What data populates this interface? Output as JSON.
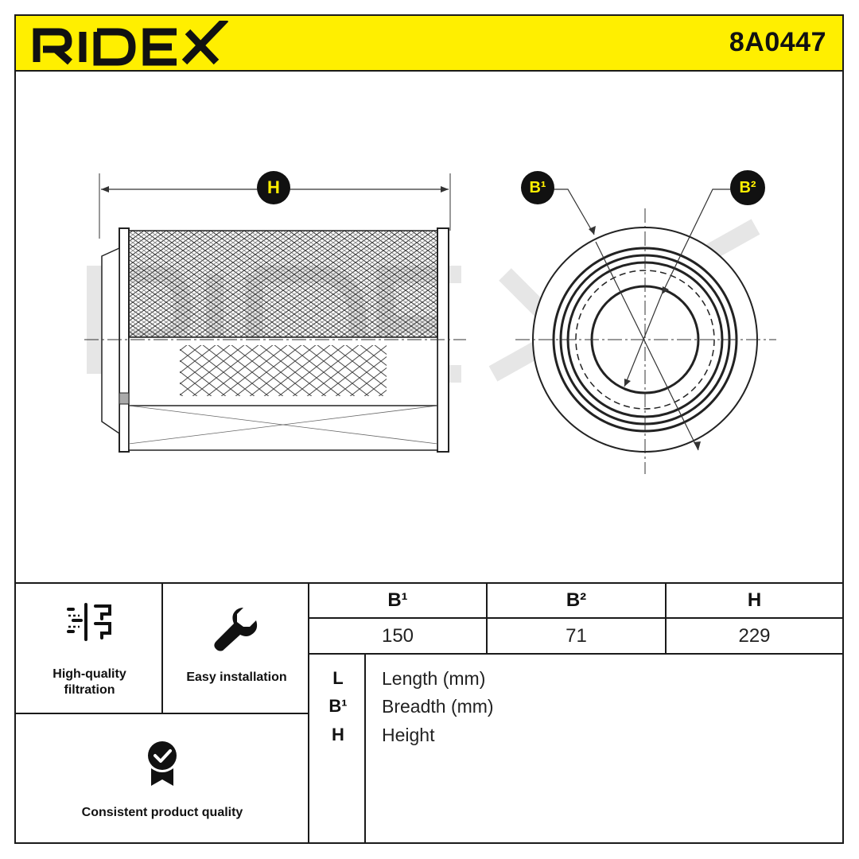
{
  "brand": {
    "name": "RIDEX",
    "color": "#FFEF00"
  },
  "product": {
    "part_number": "8A0447"
  },
  "drawing": {
    "labels": {
      "height": "H",
      "b1": "B¹",
      "b2": "B²"
    },
    "watermark": "RIDEX"
  },
  "features": [
    {
      "label": "High-quality filtration",
      "icon": "filter-layers-icon"
    },
    {
      "label": "Easy installation",
      "icon": "wrench-icon"
    },
    {
      "label": "Consistent product quality",
      "icon": "quality-badge-icon"
    }
  ],
  "dimensions": {
    "headers": [
      "B¹",
      "B²",
      "H"
    ],
    "values": [
      "150",
      "71",
      "229"
    ]
  },
  "legend": [
    {
      "key": "L",
      "text": "Length (mm)"
    },
    {
      "key": "B¹",
      "text": "Breadth (mm)"
    },
    {
      "key": "H",
      "text": "Height"
    }
  ]
}
